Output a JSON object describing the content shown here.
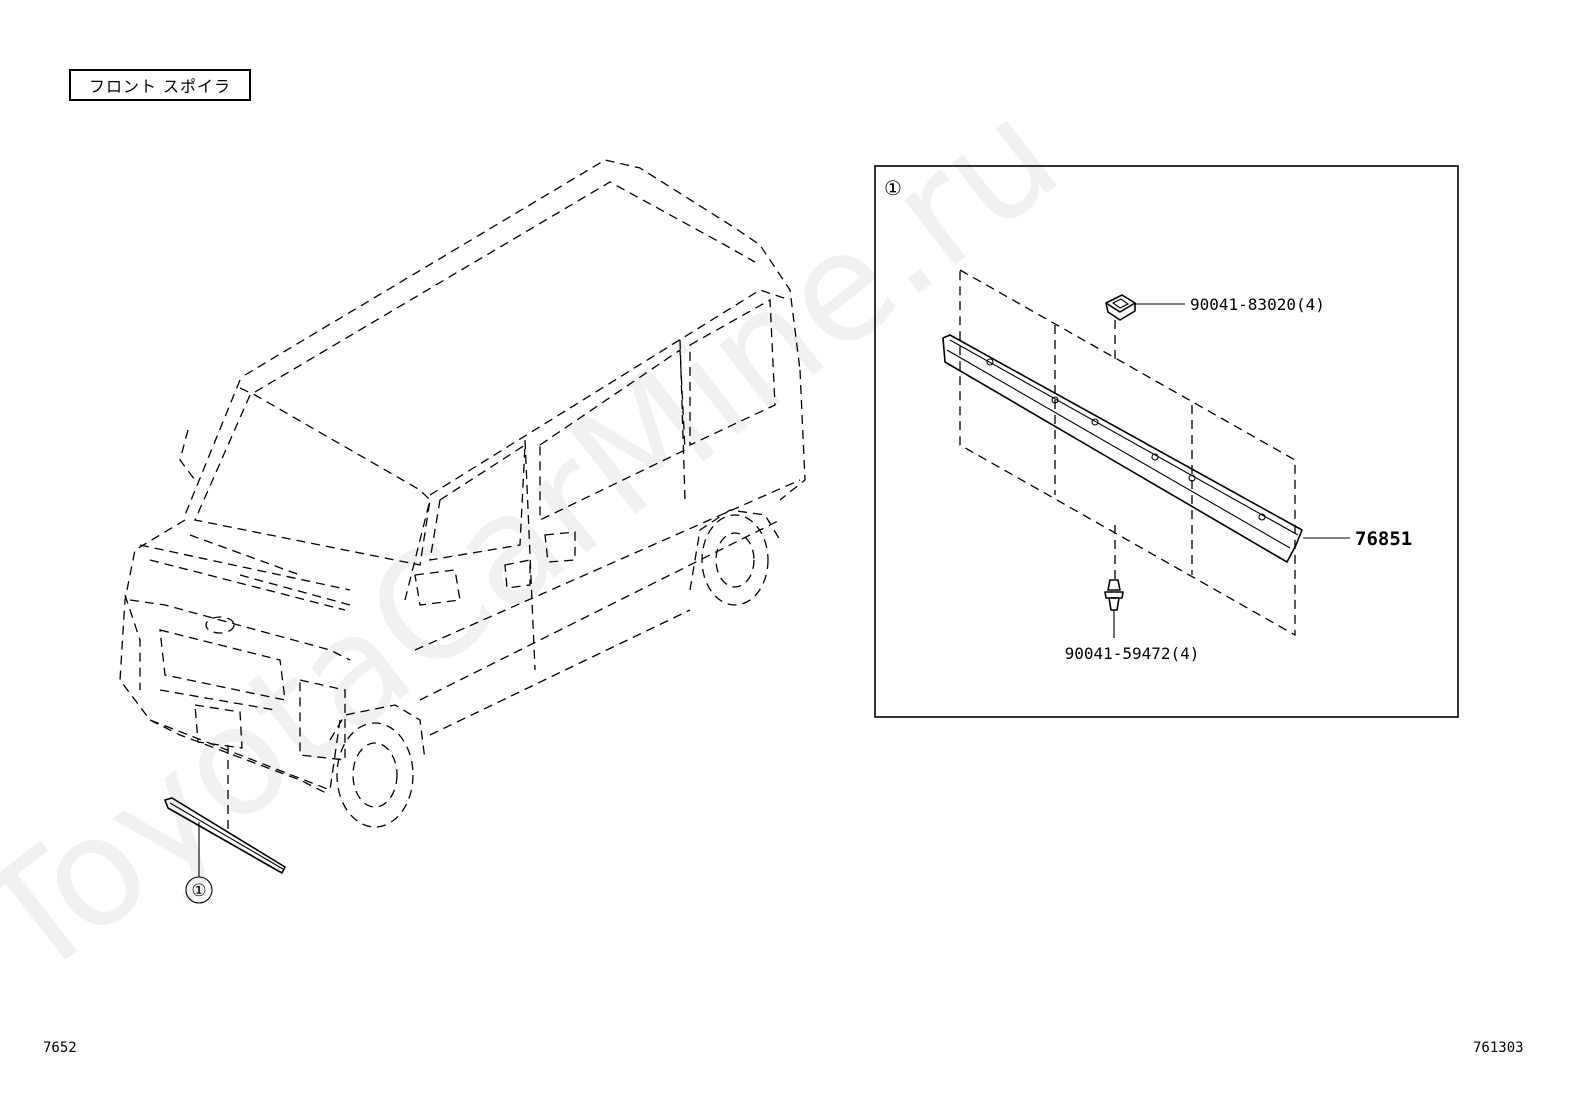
{
  "title": "フロント スポイラ",
  "watermark": "ToyotaCarMine.ru",
  "detail_marker": "①",
  "callouts": {
    "ref_marker": "①",
    "nut": "90041-83020(4)",
    "spoiler": "76851",
    "clip": "90041-59472(4)"
  },
  "footer": {
    "left_code": "7652",
    "right_code": "761303"
  },
  "colors": {
    "line": "#000000",
    "background": "#ffffff",
    "watermark": "#e6e6e6"
  }
}
